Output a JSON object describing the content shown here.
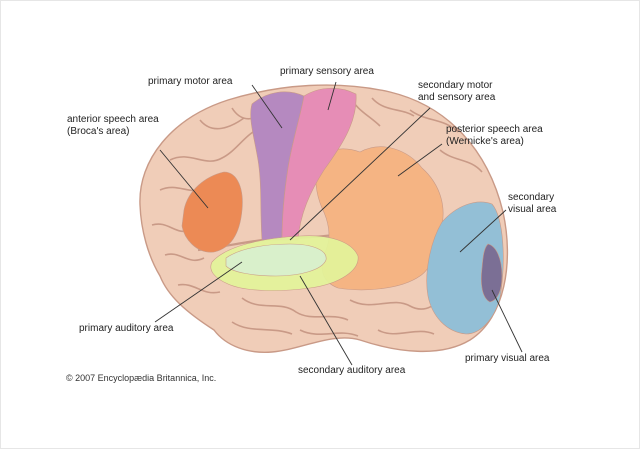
{
  "labels": {
    "primary_motor": "primary motor area",
    "primary_sensory": "primary sensory area",
    "secondary_motor_sensory": "secondary motor\nand sensory area",
    "anterior_speech": "anterior speech area\n(Broca's area)",
    "posterior_speech": "posterior speech area\n(Wernicke's area)",
    "secondary_visual": "secondary\nvisual area",
    "primary_auditory": "primary auditory area",
    "secondary_auditory": "secondary auditory area",
    "primary_visual": "primary visual area"
  },
  "copyright": "© 2007 Encyclopædia Britannica, Inc.",
  "colors": {
    "brain": "#f0cdb8",
    "gyrus_line": "#c99a87",
    "primary_motor": "#b589c0",
    "primary_sensory": "#e68db6",
    "anterior_speech": "#ec8a55",
    "posterior_speech": "#f5b483",
    "secondary_visual": "#93bfd6",
    "primary_visual": "#7b6f95",
    "primary_auditory": "#d9f0d0",
    "secondary_auditory": "#e3f59a",
    "leader": "#333333"
  }
}
